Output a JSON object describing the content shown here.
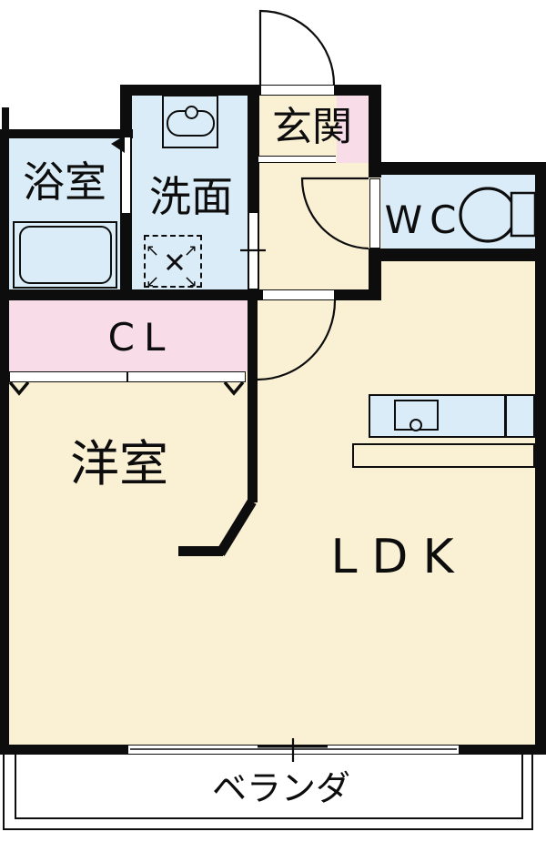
{
  "title": "1LDK apartment floor plan",
  "colors": {
    "room_cream": "#FAF1D5",
    "wet_area_blue": "#DAECF7",
    "closet_pink": "#F8DCE8",
    "wall_black": "#0d0d0d",
    "background": "#ffffff"
  },
  "rooms": {
    "bathroom": {
      "label": "浴室"
    },
    "washroom": {
      "label": "洗面"
    },
    "entrance": {
      "label": "玄関"
    },
    "toilet": {
      "label": "WC"
    },
    "closet": {
      "label": "CL"
    },
    "western_room": {
      "label": "洋室"
    },
    "ldk": {
      "label": "LDK"
    },
    "veranda": {
      "label": "ベランダ"
    }
  },
  "fixtures": {
    "bathtub": "bathtub",
    "washbasin": "washbasin with faucet",
    "washer_space": {
      "name": "washing-machine-space",
      "arrows": [
        "↖",
        "↗",
        "↙",
        "↘"
      ]
    },
    "kitchen_counter": "kitchen counter with sink",
    "toilet_bowl": "toilet with tank",
    "balcony_window": "sliding window",
    "doors": [
      "entrance swing door",
      "wc swing door",
      "hall swing door",
      "open room door",
      "bath folding door",
      "closet folding door"
    ]
  }
}
